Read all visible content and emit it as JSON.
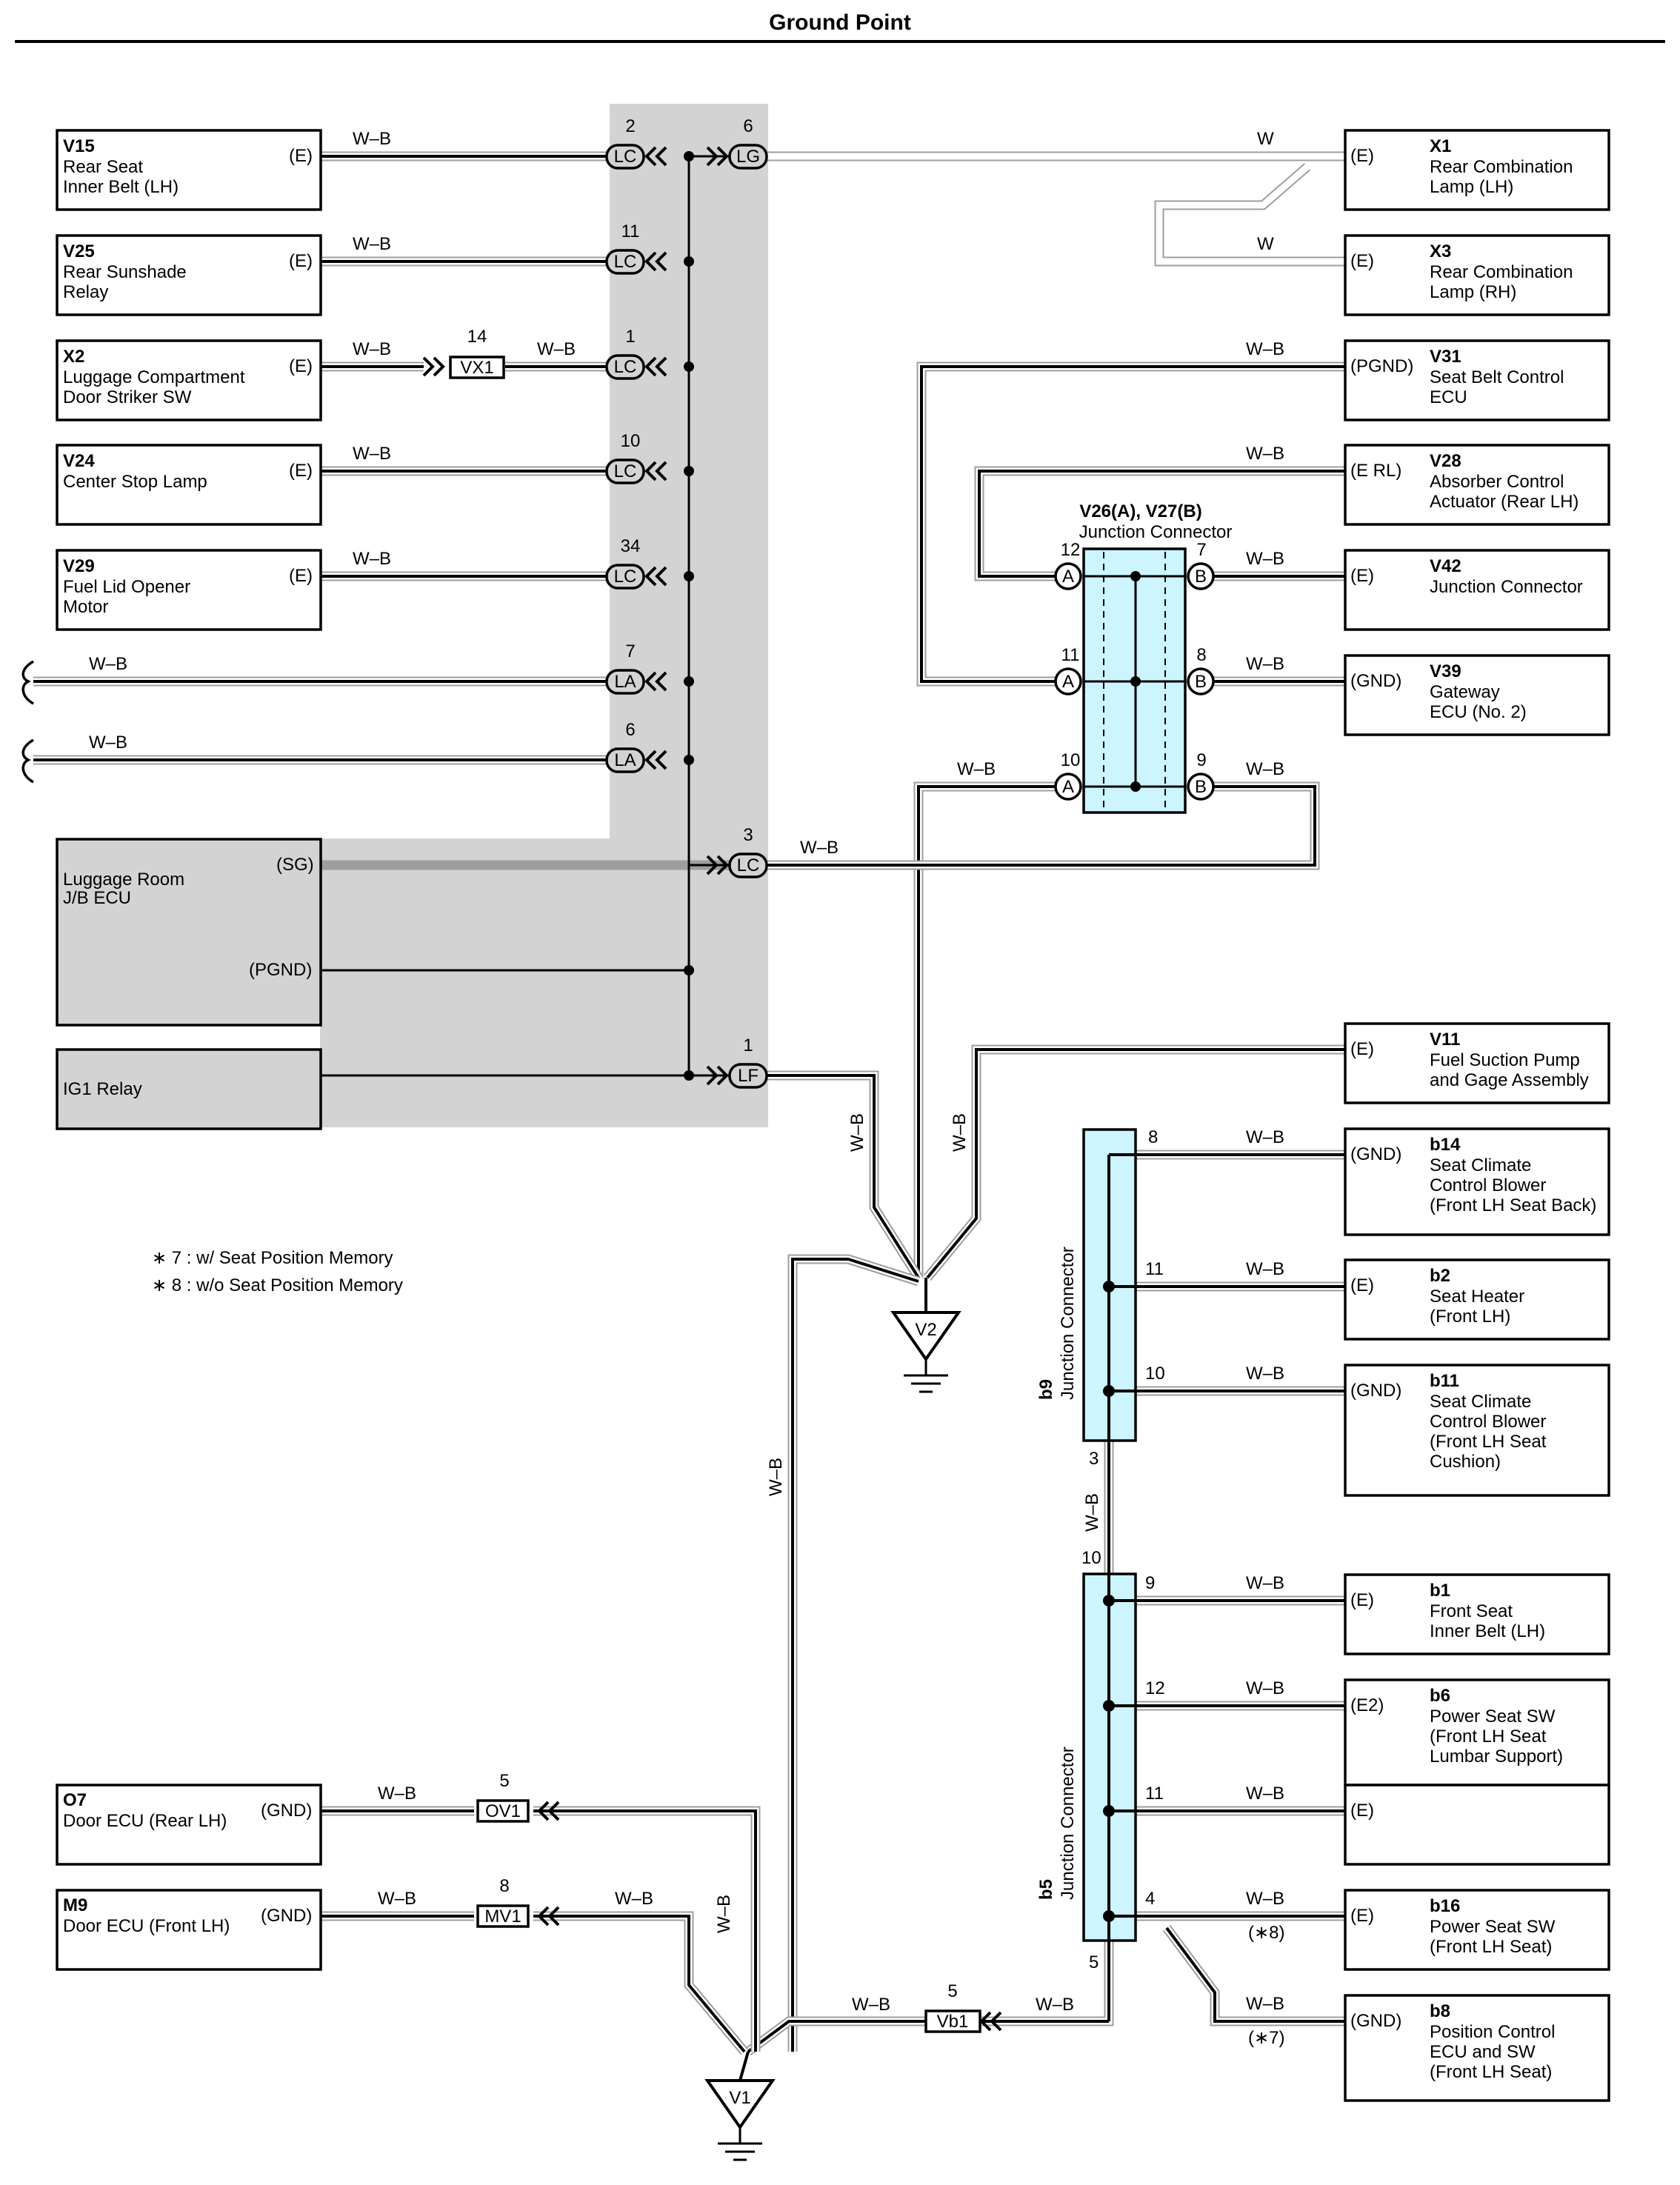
{
  "title": "Ground Point",
  "wire_color": "W–B",
  "wire_white": "W",
  "connectors": {
    "LC": "LC",
    "LG": "LG",
    "LA": "LA",
    "LF": "LF",
    "VX1": "VX1",
    "OV1": "OV1",
    "MV1": "MV1",
    "Vb1": "Vb1"
  },
  "ground_points": {
    "V1": "V1",
    "V2": "V2"
  },
  "circled_letters": {
    "A": "A",
    "B": "B"
  },
  "pins": {
    "lc2": "2",
    "lg6": "6",
    "lc11": "11",
    "vx1_14": "14",
    "lc1": "1",
    "lc10": "10",
    "lc34": "34",
    "la7": "7",
    "la6": "6",
    "lc3": "3",
    "lf1": "1",
    "a12": "12",
    "b7": "7",
    "a11": "11",
    "b8": "8",
    "a10": "10",
    "b9": "9",
    "b9_8": "8",
    "b9_11": "11",
    "b9_10": "10",
    "b9_3": "3",
    "b5_10": "10",
    "b5_9": "9",
    "b5_12": "12",
    "b5_11": "11",
    "b5_4": "4",
    "b5_5": "5",
    "ov1": "5",
    "mv1": "8",
    "vb1": "5"
  },
  "left_components": [
    {
      "code": "V15",
      "name1": "Rear Seat",
      "name2": "Inner Belt (LH)",
      "term": "(E)"
    },
    {
      "code": "V25",
      "name1": "Rear Sunshade",
      "name2": "Relay",
      "term": "(E)"
    },
    {
      "code": "X2",
      "name1": "Luggage Compartment",
      "name2": "Door Striker SW",
      "term": "(E)"
    },
    {
      "code": "V24",
      "name1": "Center Stop Lamp",
      "name2": "",
      "term": "(E)"
    },
    {
      "code": "V29",
      "name1": "Fuel Lid Opener",
      "name2": "Motor",
      "term": "(E)"
    }
  ],
  "luggage_room": {
    "name1": "Luggage Room",
    "name2": "J/B ECU",
    "term_sg": "(SG)",
    "term_pgnd": "(PGND)"
  },
  "ig1_relay": {
    "name": "IG1 Relay"
  },
  "door_ecus": [
    {
      "code": "O7",
      "name": "Door ECU (Rear LH)",
      "term": "(GND)"
    },
    {
      "code": "M9",
      "name": "Door ECU (Front LH)",
      "term": "(GND)"
    }
  ],
  "right_components": [
    {
      "code": "X1",
      "lines": [
        "Rear Combination",
        "Lamp (LH)"
      ],
      "term": "(E)"
    },
    {
      "code": "X3",
      "lines": [
        "Rear Combination",
        "Lamp (RH)"
      ],
      "term": "(E)"
    },
    {
      "code": "V31",
      "lines": [
        "Seat Belt Control",
        "ECU"
      ],
      "term": "(PGND)"
    },
    {
      "code": "V28",
      "lines": [
        "Absorber Control",
        "Actuator (Rear LH)"
      ],
      "term": "(E RL)"
    },
    {
      "code": "V42",
      "lines": [
        "Junction Connector"
      ],
      "term": "(E)"
    },
    {
      "code": "V39",
      "lines": [
        "Gateway",
        "ECU (No. 2)"
      ],
      "term": "(GND)"
    },
    {
      "code": "V11",
      "lines": [
        "Fuel Suction Pump",
        "and Gage Assembly"
      ],
      "term": "(E)"
    },
    {
      "code": "b14",
      "lines": [
        "Seat Climate",
        "Control Blower",
        "(Front LH Seat Back)"
      ],
      "term": "(GND)"
    },
    {
      "code": "b2",
      "lines": [
        "Seat Heater",
        "(Front LH)"
      ],
      "term": "(E)"
    },
    {
      "code": "b11",
      "lines": [
        "Seat Climate",
        "Control Blower",
        "(Front LH Seat",
        "Cushion)"
      ],
      "term": "(GND)"
    },
    {
      "code": "b1",
      "lines": [
        "Front Seat",
        "Inner Belt (LH)"
      ],
      "term": "(E)"
    },
    {
      "code": "b6",
      "lines": [
        "Power Seat SW",
        "(Front LH Seat",
        "Lumbar Support)"
      ],
      "term": "(E2)"
    },
    {
      "code": "",
      "lines": [],
      "term": "(E)"
    },
    {
      "code": "b16",
      "lines": [
        "Power Seat SW",
        "(Front LH Seat)"
      ],
      "term": "(E)"
    },
    {
      "code": "b8",
      "lines": [
        "Position Control",
        "ECU and SW",
        "(Front LH Seat)"
      ],
      "term": "(GND)"
    }
  ],
  "junction_v26": {
    "title": "V26(A), V27(B)",
    "subtitle": "Junction Connector"
  },
  "junction_b9": {
    "code": "b9",
    "name": "Junction Connector"
  },
  "junction_b5": {
    "code": "b5",
    "name": "Junction Connector"
  },
  "notes": [
    "∗ 7 : w/ Seat Position Memory",
    "∗ 8 : w/o Seat Position Memory"
  ],
  "marks": {
    "star8": "(∗8)",
    "star7": "(∗7)"
  }
}
